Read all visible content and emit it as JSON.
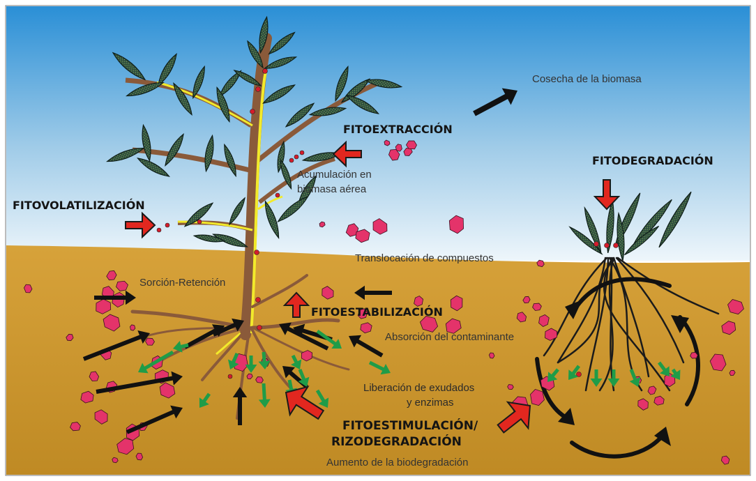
{
  "labels": {
    "cosecha": "Cosecha de la biomasa",
    "fitoextraccion": "FITOEXTRACCIÓN",
    "acumulacion_1": "Acumulación en",
    "acumulacion_2": "biomasa aérea",
    "fitodegradacion": "FITODEGRADACIÓN",
    "fitovolatilizacion": "FITOVOLATILIZACIÓN",
    "translocacion": "Translocación de compuestos",
    "sorcion": "Sorción-Retención",
    "fitoestabilizacion": "FITOESTABILIZACIÓN",
    "absorcion": "Absorción del contaminante",
    "liberacion_1": "Liberación de exudados",
    "liberacion_2": "y enzimas",
    "fitoestimulacion_1": "FITOESTIMULACIÓN/",
    "fitoestimulacion_2": "RIZODEGRADACIÓN",
    "aumento": "Aumento de la biodegradación"
  },
  "colors": {
    "sky_top": "#2a8fd6",
    "sky_bottom": "#eef6fb",
    "soil": "#c8942a",
    "red_arrow": "#e2271f",
    "green_arrow": "#1f9c48",
    "black_arrow": "#111111",
    "stem": "#8a5a3a",
    "sap": "#f2ea2b",
    "leaf": "#2f5a4a",
    "contaminant": "#e4336a"
  },
  "icons": [
    "red-arrow-icon",
    "black-arrow-icon",
    "green-arrow-icon",
    "leaf-icon",
    "contaminant-particle-icon"
  ]
}
